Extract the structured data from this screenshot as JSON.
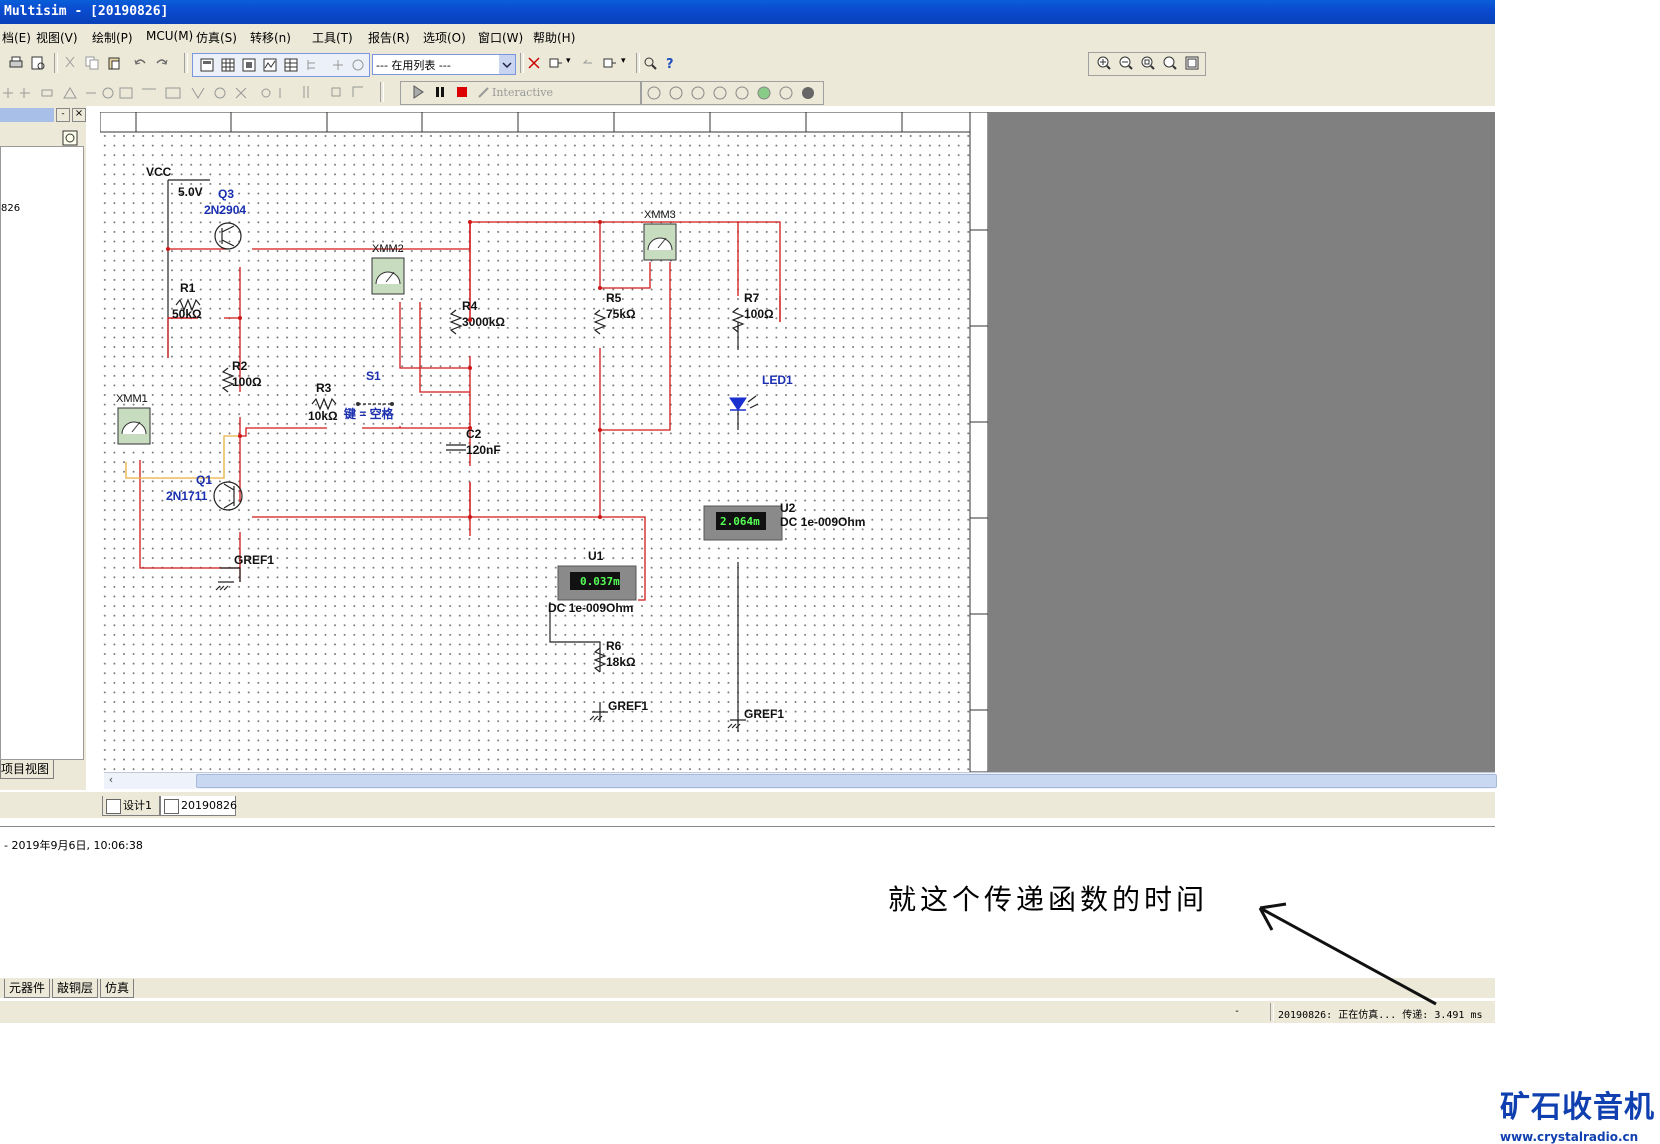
{
  "window": {
    "title": "Multisim - [20190826]"
  },
  "menu": [
    "档(E)",
    "视图(V)",
    "绘制(P)",
    "MCU(M)",
    "仿真(S)",
    "转移(n)",
    "工具(T)",
    "报告(R)",
    "选项(O)",
    "窗口(W)",
    "帮助(H)"
  ],
  "toolbar": {
    "in_use_list": "--- 在用列表 ---",
    "interactive_label": "Interactive"
  },
  "left_panel": {
    "partial_item": "826",
    "tab_label": "项目视图"
  },
  "schematic": {
    "vcc": {
      "name": "VCC",
      "voltage": "5.0V"
    },
    "q3": {
      "name": "Q3",
      "model": "2N2904"
    },
    "q1": {
      "name": "Q1",
      "model": "2N1711"
    },
    "r1": {
      "name": "R1",
      "value": "50kΩ"
    },
    "r2": {
      "name": "R2",
      "value": "100Ω"
    },
    "r3": {
      "name": "R3",
      "value": "10kΩ"
    },
    "r4": {
      "name": "R4",
      "value": "3000kΩ"
    },
    "r5": {
      "name": "R5",
      "value": "75kΩ"
    },
    "r6": {
      "name": "R6",
      "value": "18kΩ"
    },
    "r7": {
      "name": "R7",
      "value": "100Ω"
    },
    "c2": {
      "name": "C2",
      "value": "120nF"
    },
    "s1": {
      "name": "S1",
      "key": "键 = 空格"
    },
    "led1": {
      "name": "LED1"
    },
    "xmm1": "XMM1",
    "xmm2": "XMM2",
    "xmm3": "XMM3",
    "u1": {
      "name": "U1",
      "reading": "0.037m",
      "mode": "DC  1e-009Ohm"
    },
    "u2": {
      "name": "U2",
      "reading": "2.064m",
      "mode": "DC  1e-009Ohm"
    },
    "ground_label": "GREF1"
  },
  "design_tabs": [
    "设计1",
    "20190826"
  ],
  "output": {
    "log_line": "-  2019年9月6日, 10:06:38"
  },
  "bottom_tabs": [
    "元器件",
    "敲铜层",
    "仿真"
  ],
  "status": {
    "left": "-",
    "right": "20190826: 正在仿真...  传递: 3.491 ms"
  },
  "annotation": "就这个传递函数的时间",
  "watermark": {
    "title": "矿石收音机",
    "url": "www.crystalradio.cn"
  }
}
